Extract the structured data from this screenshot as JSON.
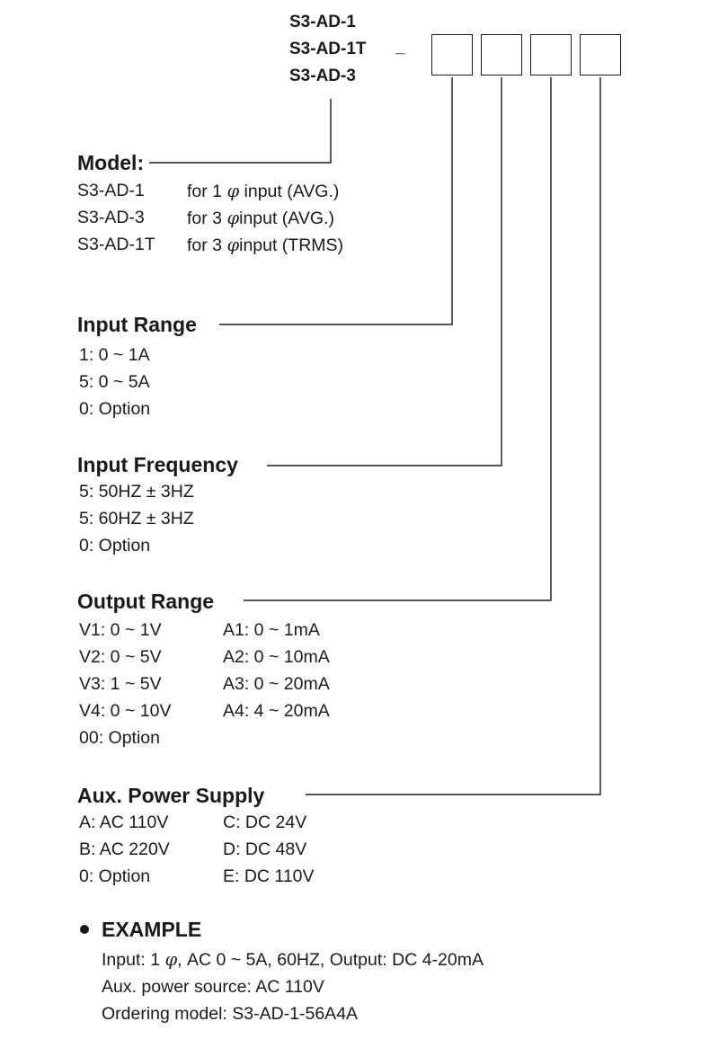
{
  "header": {
    "models": [
      "S3-AD-1",
      "S3-AD-1T",
      "S3-AD-3"
    ],
    "separator": "_",
    "code_box_count": 4
  },
  "model": {
    "heading": "Model:",
    "rows": [
      {
        "code": "S3-AD-1",
        "desc_prefix": "for 1",
        "symbol": "φ",
        "desc_suffix": " input (AVG.)"
      },
      {
        "code": "S3-AD-3",
        "desc_prefix": "for 3",
        "symbol": "φ",
        "desc_suffix": "input (AVG.)"
      },
      {
        "code": "S3-AD-1T",
        "desc_prefix": "for 3",
        "symbol": "φ",
        "desc_suffix": "input (TRMS)"
      }
    ]
  },
  "input_range": {
    "heading": "Input  Range",
    "rows": [
      "1: 0 ~ 1A",
      "5: 0 ~ 5A",
      "0: Option"
    ]
  },
  "input_frequency": {
    "heading": "Input  Frequency",
    "rows": [
      "5: 50HZ ± 3HZ",
      "5: 60HZ ± 3HZ",
      "0: Option"
    ]
  },
  "output_range": {
    "heading": "Output  Range",
    "rows": [
      {
        "left": "V1: 0 ~ 1V",
        "right": "A1: 0 ~ 1mA"
      },
      {
        "left": "V2: 0 ~ 5V",
        "right": "A2: 0 ~ 10mA"
      },
      {
        "left": "V3: 1 ~ 5V",
        "right": "A3: 0 ~ 20mA"
      },
      {
        "left": "V4: 0 ~ 10V",
        "right": "A4: 4 ~ 20mA"
      },
      {
        "left": "00: Option",
        "right": ""
      }
    ]
  },
  "aux_power": {
    "heading": "Aux.  Power  Supply",
    "rows": [
      {
        "left": "A: AC 110V",
        "right": "C: DC   24V"
      },
      {
        "left": "B: AC 220V",
        "right": "D: DC   48V"
      },
      {
        "left": "0: Option",
        "right": "E: DC 110V"
      }
    ]
  },
  "example": {
    "heading": "EXAMPLE",
    "line1_prefix": "Input: 1",
    "line1_symbol": "φ",
    "line1_suffix": ",  AC  0 ~ 5A, 60HZ,  Output: DC 4-20mA",
    "line2": "Aux. power source: AC 110V",
    "line3": "Ordering  model: S3-AD-1-56A4A"
  },
  "colors": {
    "ink": "#1a1a1a",
    "background": "#ffffff"
  }
}
